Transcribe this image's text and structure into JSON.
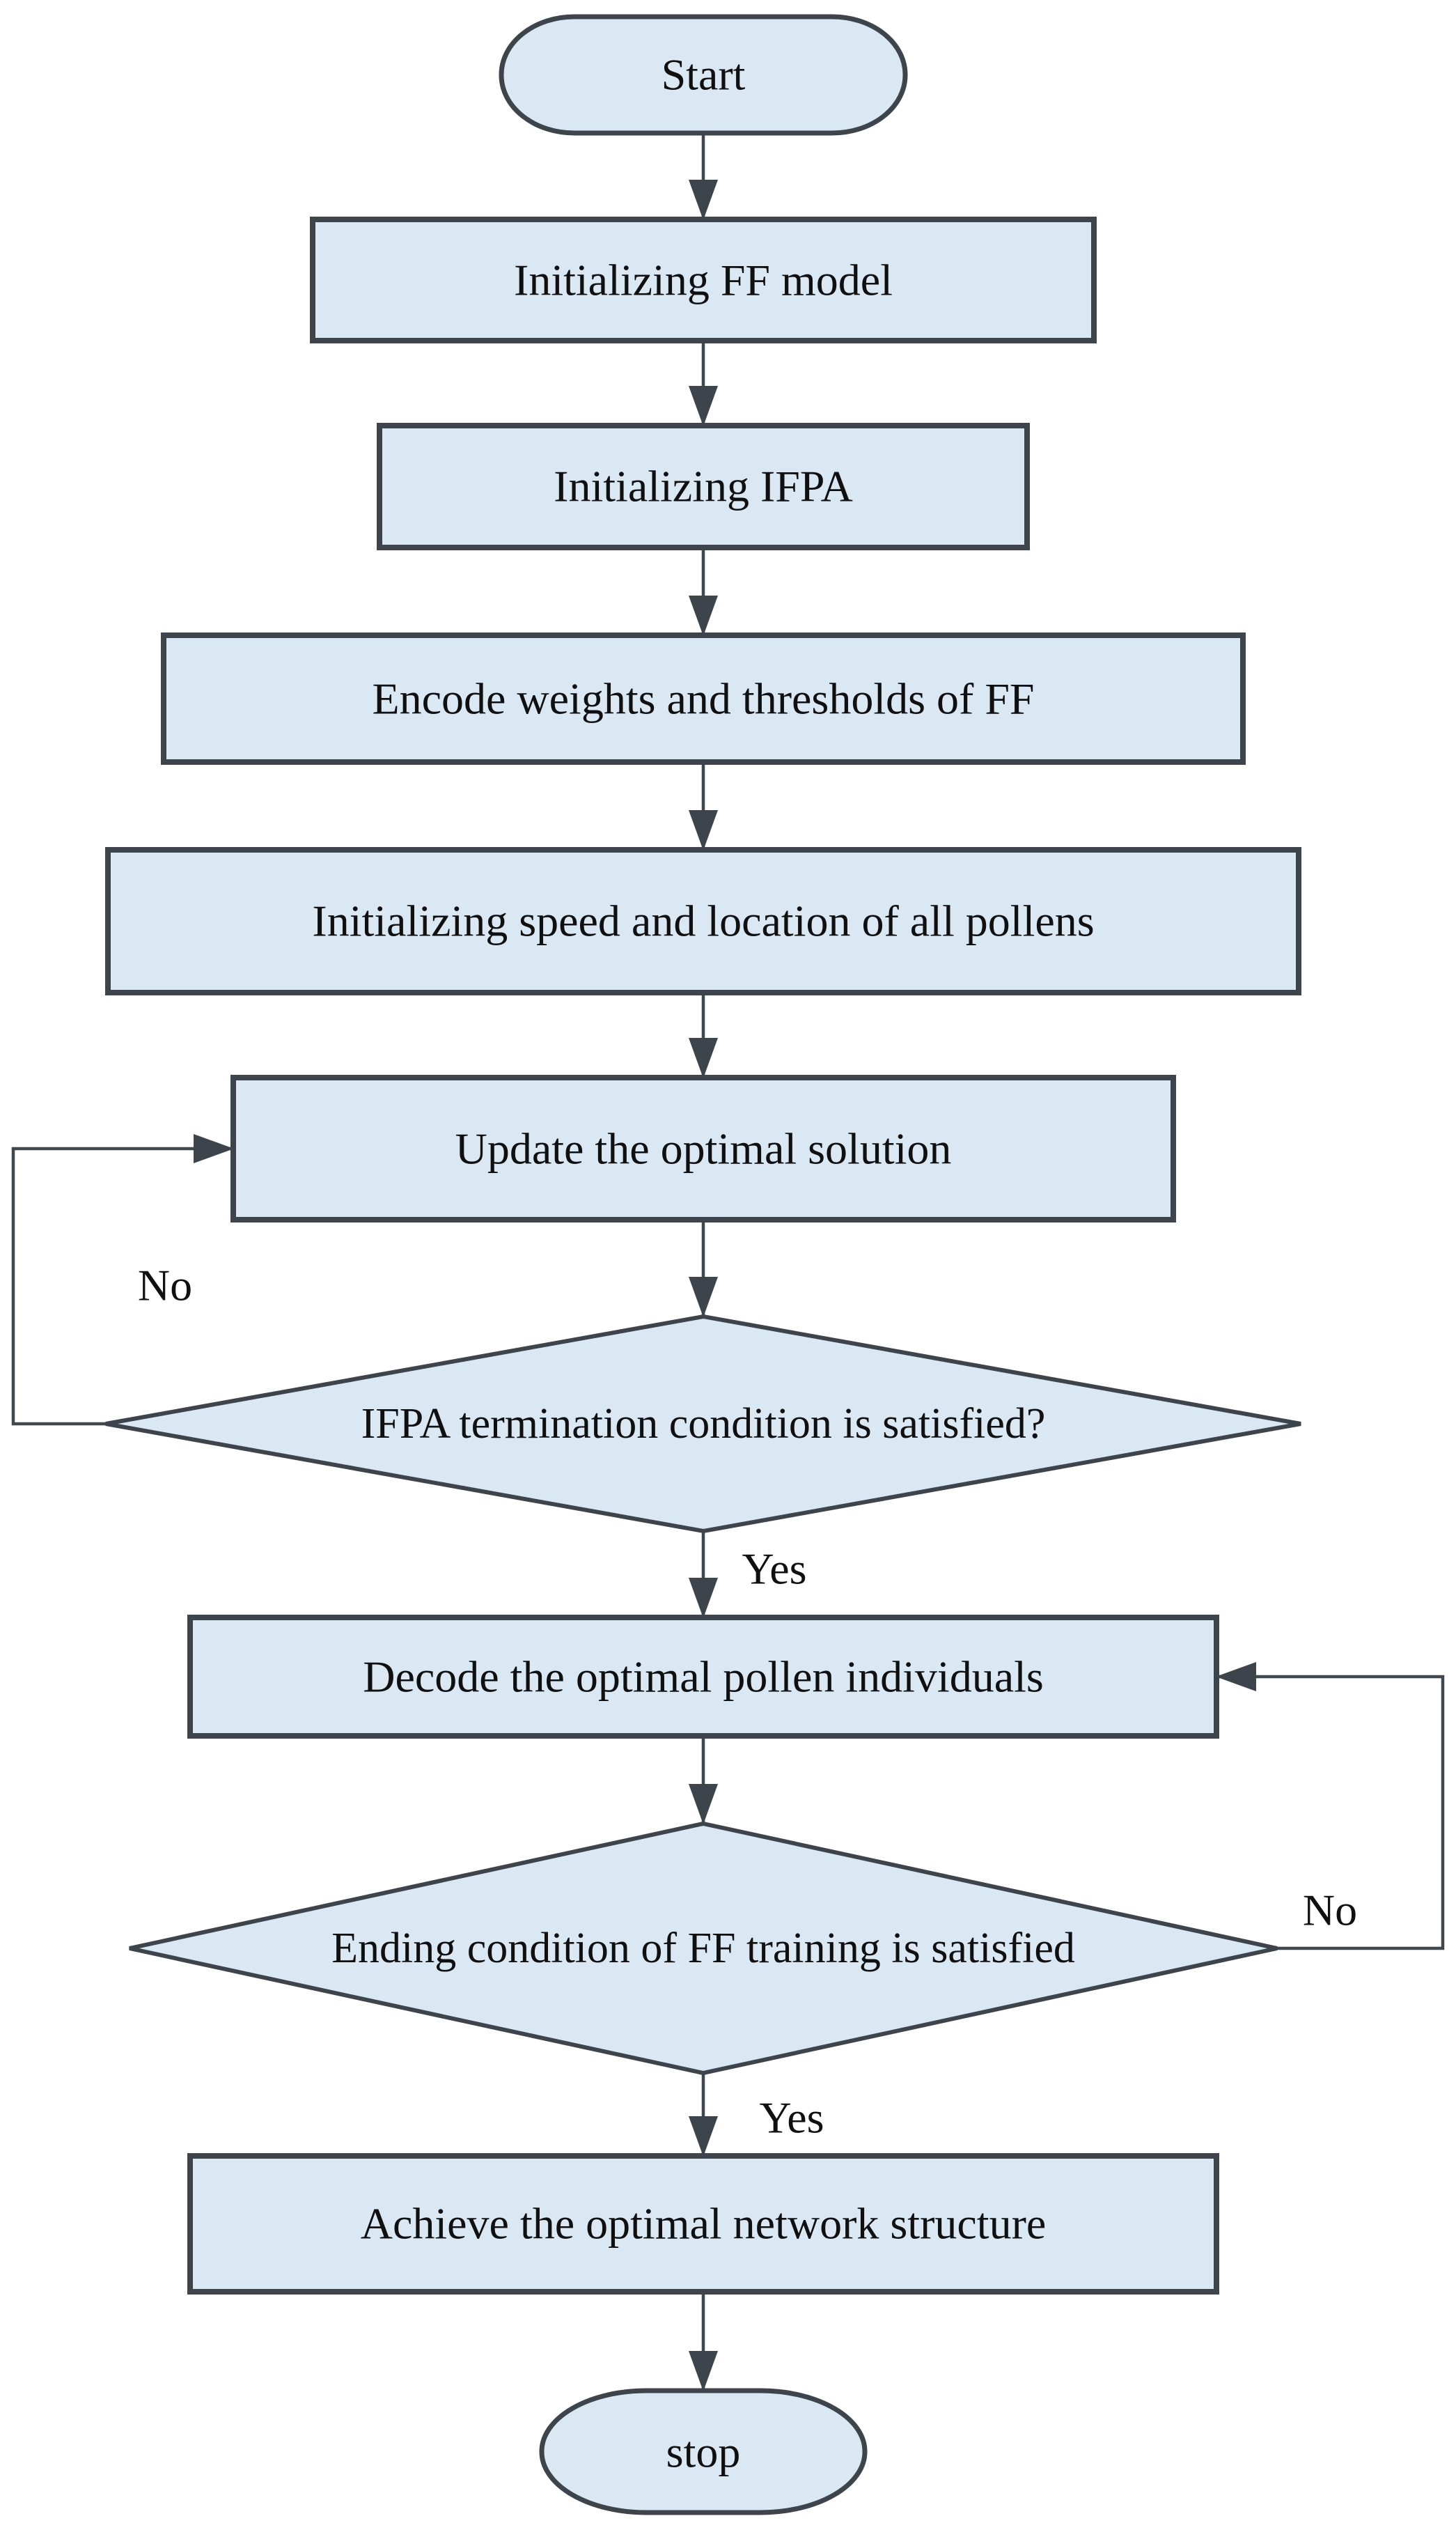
{
  "flowchart": {
    "background": "#ffffff",
    "colors": {
      "node_fill": "#dae8f3",
      "node_border": "#3d444b",
      "connector": "#40474d",
      "text": "#101010"
    },
    "nodes": [
      {
        "id": "start",
        "type": "terminator",
        "label": "Start"
      },
      {
        "id": "init-ff-model",
        "type": "process",
        "label": "Initializing FF model"
      },
      {
        "id": "init-ifpa",
        "type": "process",
        "label": "Initializing IFPA"
      },
      {
        "id": "encode-weights",
        "type": "process",
        "label": "Encode weights and thresholds of FF"
      },
      {
        "id": "init-speed-location",
        "type": "process",
        "label": "Initializing speed and location of all pollens"
      },
      {
        "id": "update-optimal-solution",
        "type": "process",
        "label": "Update the optimal solution"
      },
      {
        "id": "ifpa-termination",
        "type": "decision",
        "label": "IFPA termination condition is satisfied?"
      },
      {
        "id": "decode-pollen",
        "type": "process",
        "label": "Decode the optimal pollen individuals"
      },
      {
        "id": "ff-ending-condition",
        "type": "decision",
        "label": "Ending condition of FF training is satisfied"
      },
      {
        "id": "achieve-network",
        "type": "process",
        "label": "Achieve the optimal network structure"
      },
      {
        "id": "stop",
        "type": "terminator",
        "label": "stop"
      }
    ],
    "edge_labels": [
      {
        "id": "ifpa-no",
        "text": "No"
      },
      {
        "id": "ifpa-yes",
        "text": "Yes"
      },
      {
        "id": "ff-no",
        "text": "No"
      },
      {
        "id": "ff-yes",
        "text": "Yes"
      }
    ]
  }
}
